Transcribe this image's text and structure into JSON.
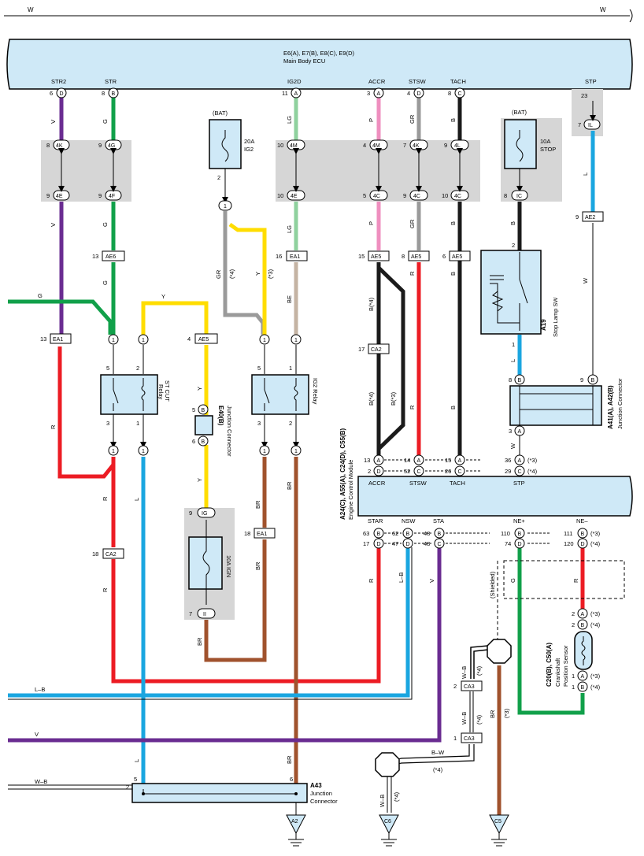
{
  "top_line": {
    "left": "W",
    "right": "W"
  },
  "ecu": {
    "title": "E6(A), E7(B), E8(C), E9(D)",
    "subtitle": "Main Body ECU",
    "pins": [
      {
        "id": "str2",
        "name": "STR2",
        "num": "6",
        "letter": "D"
      },
      {
        "id": "str",
        "name": "STR",
        "num": "8",
        "letter": "B"
      },
      {
        "id": "ig2d",
        "name": "IG2D",
        "num": "11",
        "letter": "A"
      },
      {
        "id": "accr",
        "name": "ACCR",
        "num": "3",
        "letter": "A"
      },
      {
        "id": "stsw",
        "name": "STSW",
        "num": "4",
        "letter": "D"
      },
      {
        "id": "tach",
        "name": "TACH",
        "num": "8",
        "letter": "C"
      },
      {
        "id": "stp",
        "name": "STP",
        "num": "23",
        "letter": ""
      }
    ]
  },
  "wire_colors": {
    "V": "#6a2c91",
    "G": "#11a04a",
    "LG": "#8fd19e",
    "P": "#ef8fbf",
    "GR": "#9a9a9a",
    "B": "#1b1b1b",
    "L": "#1aa6e0",
    "Y": "#ffdd00",
    "R": "#ec1c24",
    "BR": "#a0522d",
    "BE": "#c4b3a3",
    "LB": "#1aa6e0",
    "WB": "#000000"
  },
  "fuses": {
    "ig2": {
      "bat": "(BAT)",
      "rating": "20A",
      "name": "IG2",
      "pin_bottom": "2",
      "conn": "1"
    },
    "stop": {
      "bat": "(BAT)",
      "rating": "10A",
      "name": "STOP",
      "conn_num": "8",
      "conn": "IC"
    },
    "ign": {
      "name": "10A IGN",
      "top_num": "9",
      "top": "IG",
      "bottom_num": "7",
      "bottom": "II"
    }
  },
  "junction_block_labels": {
    "str2_top": {
      "num": "8",
      "id": "4K"
    },
    "str2_bot": {
      "num": "9",
      "id": "4E"
    },
    "str_top": {
      "num": "9",
      "id": "4G"
    },
    "str_bot": {
      "num": "9",
      "id": "4F"
    },
    "ig2d_top": {
      "num": "10",
      "id": "4M"
    },
    "ig2d_bot": {
      "num": "10",
      "id": "4E"
    },
    "accr_top": {
      "num": "4",
      "id": "4M"
    },
    "accr_bot": {
      "num": "5",
      "id": "4C"
    },
    "stsw_top": {
      "num": "7",
      "id": "4K"
    },
    "stsw_bot": {
      "num": "9",
      "id": "4C"
    },
    "tach_top": {
      "num": "9",
      "id": "4L"
    },
    "tach_bot": {
      "num": "10",
      "id": "4C"
    },
    "stp_top": {
      "num": "7",
      "id": "IL"
    }
  },
  "connectors": {
    "ae6": {
      "num": "13",
      "id": "AE6"
    },
    "ea1_ig": {
      "num": "16",
      "id": "EA1"
    },
    "ae5_accr": {
      "num": "15",
      "id": "AE5"
    },
    "ae5_stsw": {
      "num": "8",
      "id": "AE5"
    },
    "ae5_tach": {
      "num": "6",
      "id": "AE5"
    },
    "ae2": {
      "num": "9",
      "id": "AE2"
    },
    "ea1_r": {
      "num": "13",
      "id": "EA1"
    },
    "ae5_y": {
      "num": "4",
      "id": "AE5"
    },
    "ca2_b": {
      "num": "17",
      "id": "CA2"
    },
    "ea1_br": {
      "num": "18",
      "id": "EA1"
    },
    "ca2_r": {
      "num": "18",
      "id": "CA2"
    },
    "ca3_top": {
      "num": "2",
      "id": "CA3"
    },
    "ca3_bot": {
      "num": "1",
      "id": "CA3"
    }
  },
  "wire_labels": {
    "v": "V",
    "g": "G",
    "lg": "LG",
    "p": "P",
    "gr": "GR",
    "b": "B",
    "l": "L",
    "y": "Y",
    "r": "R",
    "br": "BR",
    "be": "BE",
    "w": "W",
    "lb": "L–B",
    "wb": "W–B",
    "bw": "B–W",
    "b4": "B(*4)",
    "b3": "B(*3)",
    "s4": "(*4)",
    "s3": "(*3)",
    "shielded": "(Shielded)"
  },
  "relays": {
    "st_cut": {
      "name": "ST CUT",
      "sub": "Relay",
      "p5": "5",
      "p2": "2",
      "p3": "3",
      "p1": "1"
    },
    "ig2": {
      "name": "IG2 Relay",
      "p5": "5",
      "p1": "1",
      "p3": "3",
      "p2": "2"
    }
  },
  "junction_e40": {
    "title": "E40(B)",
    "sub": "Junction Connector",
    "top_num": "5",
    "top": "B",
    "bot_num": "6",
    "bot": "B"
  },
  "stop_sw": {
    "code": "A19",
    "name": "Stop Lamp SW",
    "p2": "2",
    "p1": "1"
  },
  "junction_a41": {
    "title": "A41(A), A42(B)",
    "sub": "Junction Connector",
    "p8": "8",
    "pb": "B",
    "p9": "9",
    "p3": "3",
    "pa": "A"
  },
  "ecm": {
    "title": "A24(C), A55(A), C24(D), C55(B)",
    "subtitle": "Engine Control Module",
    "top_pins": [
      {
        "name": "ACCR",
        "num": "13",
        "letter": "A",
        "num2": "2",
        "letter2": "D"
      },
      {
        "name": "STSW",
        "num": "14",
        "letter": "A",
        "num2": "52",
        "letter2": "C"
      },
      {
        "name": "TACH",
        "num": "15",
        "letter": "A",
        "num2": "26",
        "letter2": "C"
      },
      {
        "name": "STP",
        "num": "36",
        "letter": "A",
        "num2": "29",
        "letter2": "C",
        "note1": "(*3)",
        "note2": "(*4)"
      }
    ],
    "bottom_pins": [
      {
        "name": "STAR",
        "num": "63",
        "letter": "B",
        "num2": "17",
        "letter2": "D"
      },
      {
        "name": "NSW",
        "num": "62",
        "letter": "B",
        "num2": "47",
        "letter2": "D"
      },
      {
        "name": "STA",
        "num": "48",
        "letter": "B",
        "num2": "48",
        "letter2": "C"
      },
      {
        "name": "NE+",
        "num": "110",
        "letter": "B",
        "num2": "74",
        "letter2": "D"
      },
      {
        "name": "NE–",
        "num": "111",
        "letter": "B",
        "num2": "120",
        "letter2": "D",
        "note1": "(*3)",
        "note2": "(*4)"
      }
    ]
  },
  "crank_sensor": {
    "title": "C20(B), C50(A)",
    "line2": "Crankshaft",
    "line3": "Position Sensor",
    "top_a": "2",
    "top_b": "2",
    "bot_a": "1",
    "bot_b": "1",
    "note3": "(*3)",
    "note4": "(*4)"
  },
  "a43": {
    "code": "A43",
    "line1": "Junction",
    "line2": "Connector",
    "p5": "5",
    "p6": "6",
    "p2": "2"
  },
  "grounds": {
    "a2": "A2",
    "c6": "C6",
    "c5": "C5"
  }
}
